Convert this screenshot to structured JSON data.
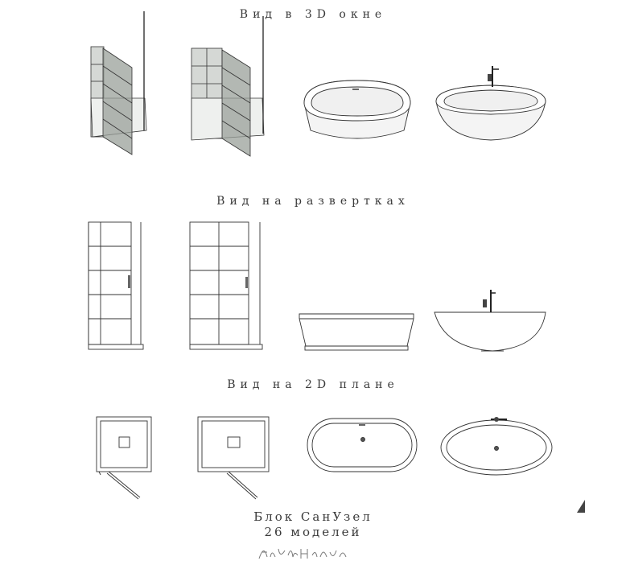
{
  "sections": {
    "view_3d": "Вид в 3D окне",
    "view_elevations": "Вид на развертках",
    "view_2d_plan": "Вид на 2D плане"
  },
  "footer": {
    "title": "Блок СанУзел",
    "count": "26 моделей",
    "signature": "Анна Назаренко"
  },
  "colors": {
    "line": "#333333",
    "glass": "#9aa09a",
    "glass_light": "#c9ccc8",
    "background": "#ffffff"
  }
}
